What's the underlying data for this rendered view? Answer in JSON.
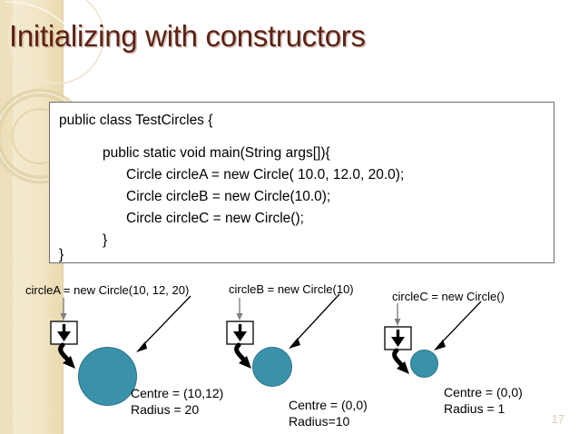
{
  "slide": {
    "title": "Initializing with constructors",
    "page_number": "17",
    "accent_colors": {
      "title_text": "#5c2213",
      "band_tan": "#efe1bc",
      "object_circle": "#3a91aa",
      "code_border": "#6e6e6e",
      "page_number": "#d9cfb2"
    }
  },
  "code_box": {
    "lines": [
      "public class TestCircles {",
      "public static void main(String args[]){",
      "Circle circleA = new Circle( 10.0, 12.0, 20.0);",
      "Circle circleB = new Circle(10.0);",
      "Circle circleC = new Circle();",
      "}",
      "}"
    ]
  },
  "annotations": [
    {
      "id": "circleA",
      "label": "circleA = new Circle(10, 12, 20)",
      "caption_centre": "Centre = (10,12)",
      "caption_radius": "Radius = 20"
    },
    {
      "id": "circleB",
      "label": "circleB = new Circle(10)",
      "caption_centre": "Centre = (0,0)",
      "caption_radius": "Radius=10"
    },
    {
      "id": "circleC",
      "label": "circleC = new Circle()",
      "caption_centre": "Centre = (0,0)",
      "caption_radius": "Radius = 1"
    }
  ]
}
